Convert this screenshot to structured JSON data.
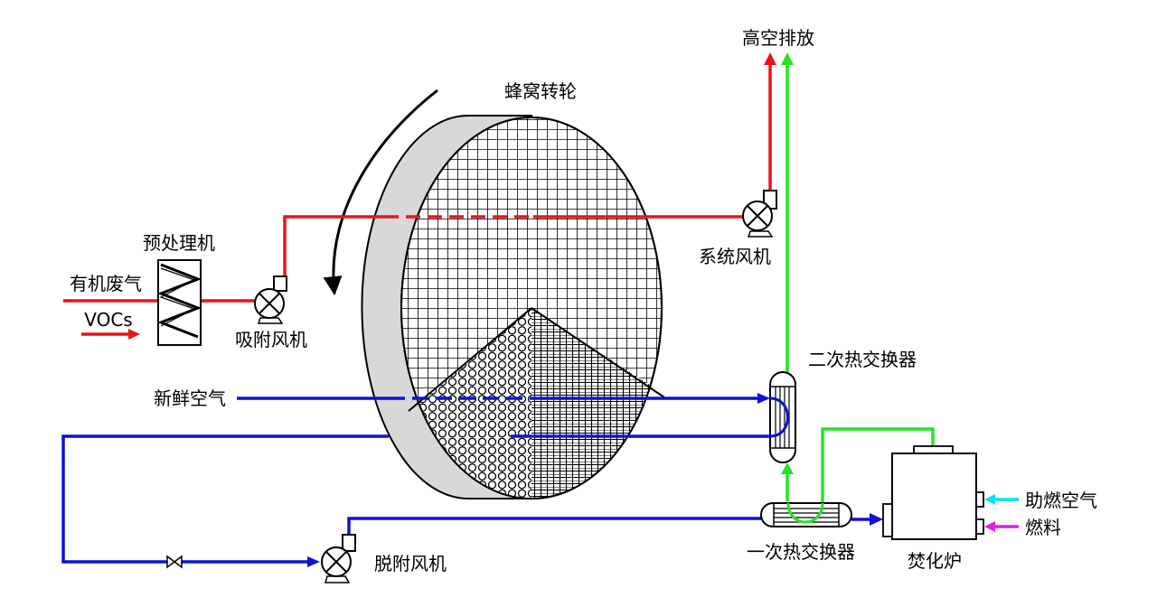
{
  "labels": {
    "honeycomb_rotor": "蜂窝转轮",
    "pretreatment": "预处理机",
    "organic_waste_gas": "有机废气",
    "vocs": "VOCs",
    "adsorption_fan": "吸附风机",
    "fresh_air": "新鲜空气",
    "system_fan": "系统风机",
    "high_altitude_discharge": "高空排放",
    "secondary_heat_exchanger": "二次热交换器",
    "primary_heat_exchanger": "一次热交换器",
    "desorption_fan": "脱附风机",
    "incinerator": "焚化炉",
    "combustion_air": "助燃空气",
    "fuel": "燃料"
  },
  "colors": {
    "exhaust_line": "#e8141c",
    "air_line": "#1010d8",
    "hot_gas_line": "#22e622",
    "combustion_air_arrow": "#00e5f0",
    "fuel_arrow": "#e020e0",
    "rotor_rim": "#d8d8d8"
  }
}
